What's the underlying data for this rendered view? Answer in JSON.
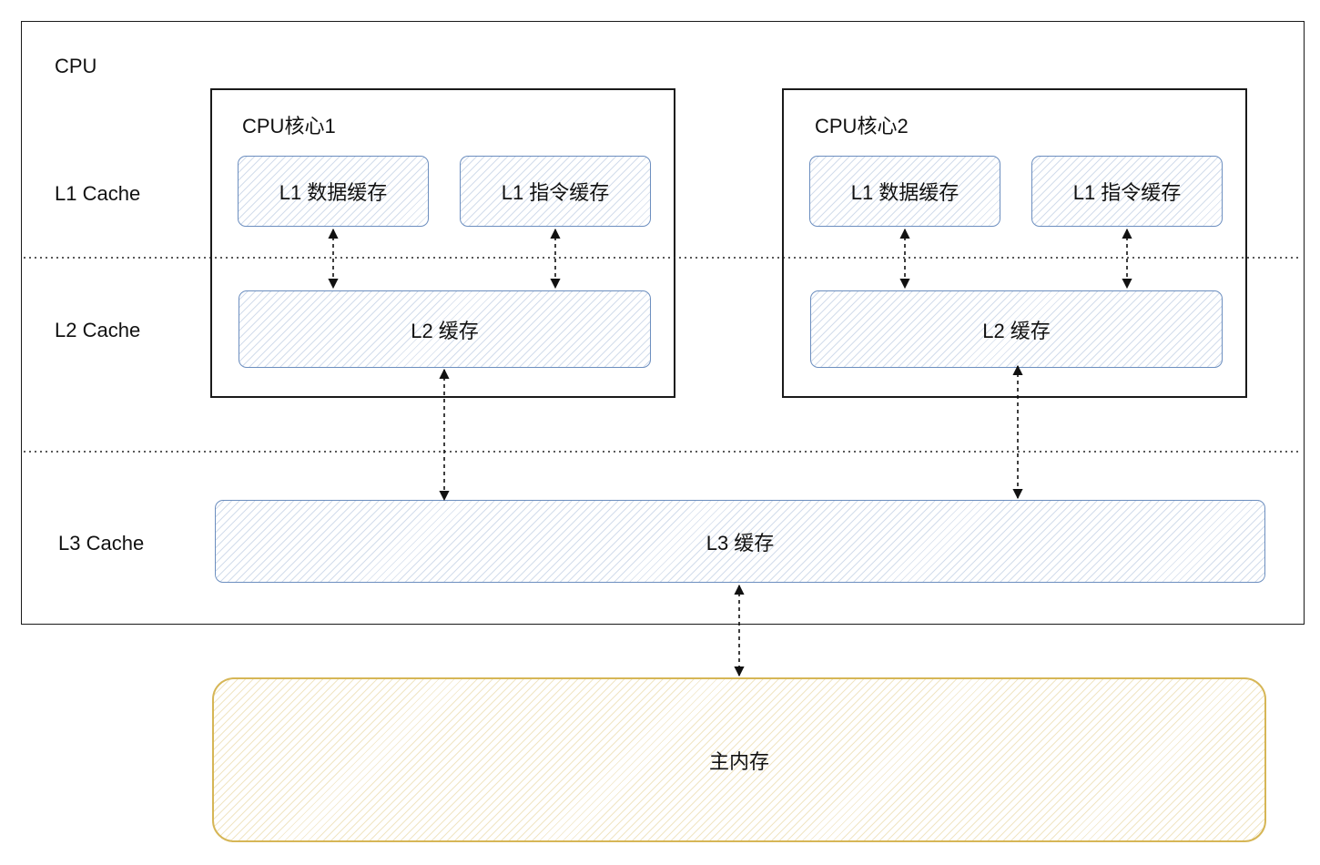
{
  "cpu": {
    "title": "CPU",
    "levels": {
      "l1": "L1 Cache",
      "l2": "L2 Cache",
      "l3": "L3 Cache"
    },
    "cores": [
      {
        "title": "CPU核心1",
        "l1_data": "L1 数据缓存",
        "l1_instruction": "L1 指令缓存",
        "l2": "L2 缓存"
      },
      {
        "title": "CPU核心2",
        "l1_data": "L1 数据缓存",
        "l1_instruction": "L1 指令缓存",
        "l2": "L2 缓存"
      }
    ],
    "l3": "L3 缓存"
  },
  "memory": {
    "label": "主内存"
  },
  "colors": {
    "cache_stroke": "#6c8ebf",
    "memory_stroke": "#d6b656",
    "frame_stroke": "#1a1a1a"
  }
}
